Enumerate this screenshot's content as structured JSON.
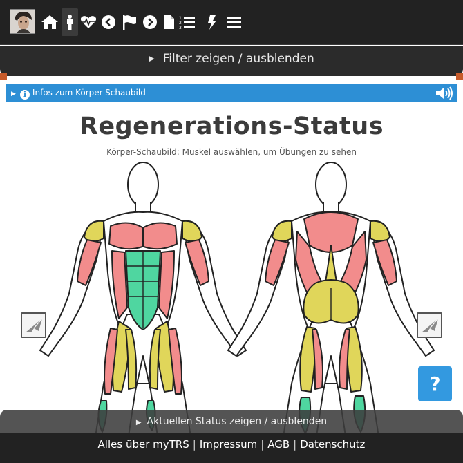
{
  "nav": {
    "icons": [
      "avatar",
      "home-icon",
      "person-icon",
      "heartbeat-icon",
      "chevron-left-icon",
      "flag-icon",
      "chevron-right-icon",
      "document-icon",
      "list-ordered-icon",
      "bolt-icon",
      "menu-icon"
    ],
    "active": "person-icon"
  },
  "filter_toggle": {
    "label": "Filter zeigen / ausblenden"
  },
  "info_bar": {
    "label": "Infos zum Körper-Schaubild"
  },
  "heading": {
    "title": "Regenerations-Status",
    "subtitle": "Körper-Schaubild: Muskel auswählen, um Übungen zu sehen"
  },
  "status_toggle": {
    "label": "Aktuellen Status zeigen / ausblenden"
  },
  "help_button": {
    "label": "?"
  },
  "footer": {
    "links": [
      "Alles über myTRS",
      "Impressum",
      "AGB",
      "Datenschutz"
    ],
    "separator": "|"
  },
  "colors": {
    "topbar": "#222222",
    "info_accent": "#2d8fd5",
    "muscle_fatigued": "#f28c8c",
    "muscle_partial": "#e0d65a",
    "muscle_recovered": "#4fd6a0"
  }
}
